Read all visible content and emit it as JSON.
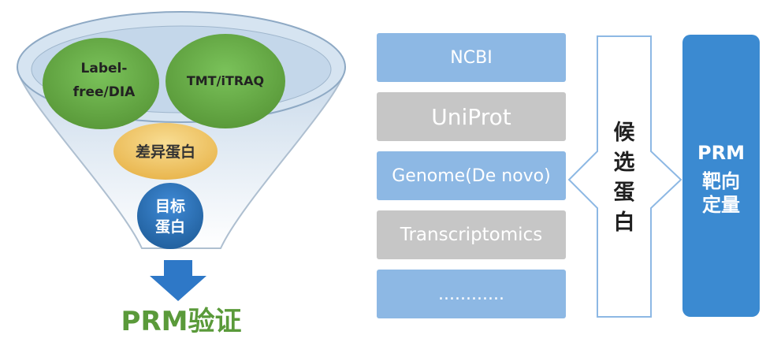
{
  "funnel": {
    "method_left": [
      "Label-",
      "free/DIA"
    ],
    "method_right": "TMT/iTRAQ",
    "diff_protein": "差异蛋白",
    "target_protein": [
      "目标",
      "蛋白"
    ],
    "verify": "PRM验证"
  },
  "databases": [
    "NCBI",
    "UniProt",
    "Genome(De novo)",
    "Transcriptomics",
    "............"
  ],
  "candidate": "候选蛋白",
  "prm": [
    "PRM",
    "靶向",
    "定量"
  ],
  "colors": {
    "green": "#6ab04c",
    "gold": "#efc25b",
    "blue": "#2e78c7",
    "db_blue": "#8db8e4",
    "db_gray": "#c6c6c6",
    "prm_blue": "#3b8ad1"
  }
}
